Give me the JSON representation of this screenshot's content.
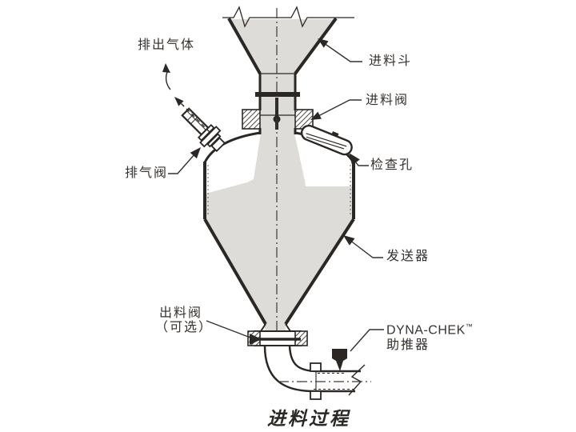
{
  "diagram": {
    "title": "进料过程",
    "labels": {
      "exhaust_gas": "排出气体",
      "feed_hopper": "进料斗",
      "feed_valve": "进料阀",
      "inspection_port": "检查孔",
      "vent_valve": "排气阀",
      "transmitter": "发送器",
      "discharge_valve_line1": "出料阀",
      "discharge_valve_line2": "（可选）",
      "booster_brand": "DYNA-CHEK",
      "booster_tm": "™",
      "booster_line2": "助推器"
    },
    "colors": {
      "line": "#2b2724",
      "material_fill": "#dedcd9",
      "background": "#ffffff",
      "text": "#36312d"
    }
  }
}
